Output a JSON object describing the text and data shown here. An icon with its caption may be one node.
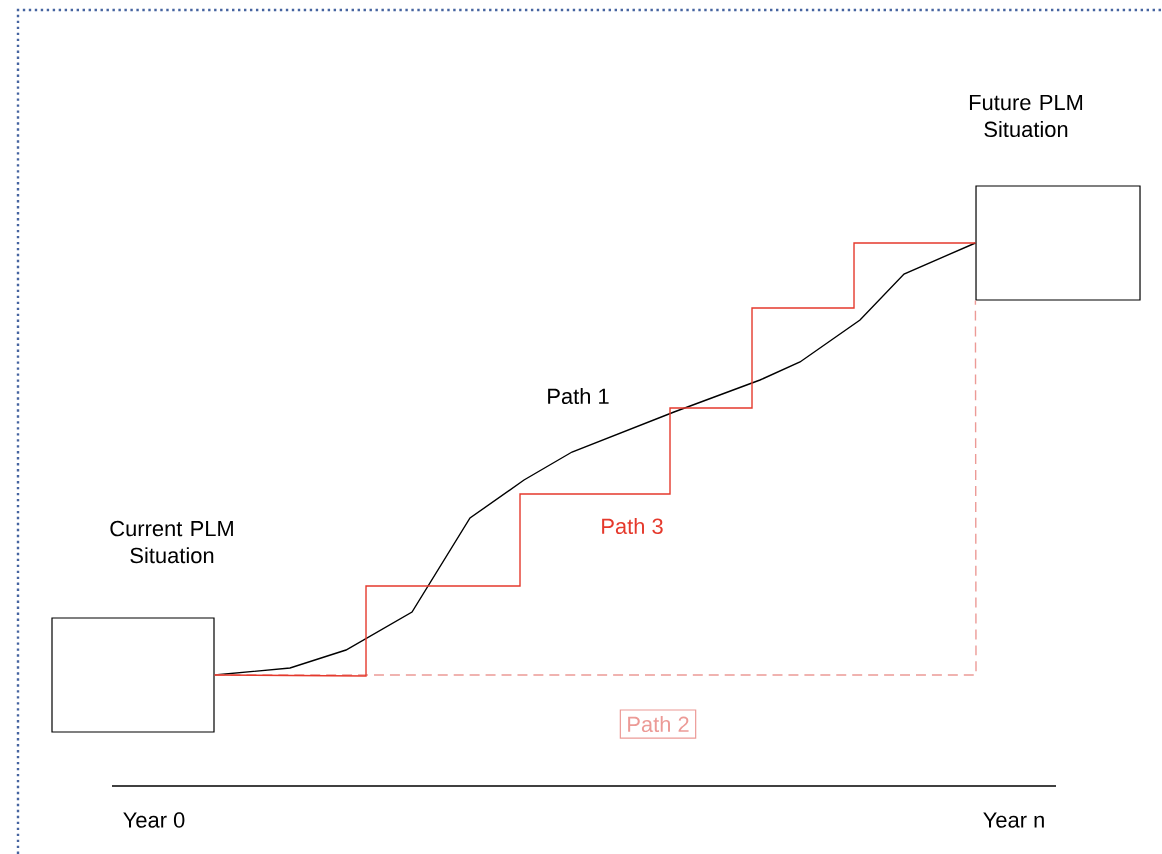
{
  "diagram": {
    "nodes": [
      {
        "text": [
          "Current PLM Situation"
        ]
      },
      {
        "text": [
          "Future PLM Situation"
        ]
      }
    ],
    "edges": [
      {
        "from": 0,
        "to": 1,
        "arrow": "none",
        "label": "Path 1"
      },
      {
        "from": 0,
        "to": 1,
        "arrow": "none",
        "label": "Path 2",
        "style": "dashed",
        "color": "#ec9a96"
      },
      {
        "from": 0,
        "to": 1,
        "arrow": "none",
        "label": "Path 3",
        "color": "#e5392c"
      }
    ],
    "labels": [
      "Year 0",
      "Year n"
    ]
  }
}
